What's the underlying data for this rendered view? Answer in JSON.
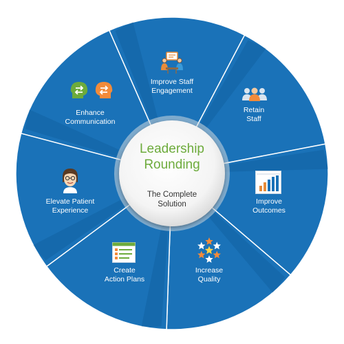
{
  "colors": {
    "segment_blue": "#1a72b8",
    "segment_blue_dark": "#0e5a96",
    "divider": "#ffffff",
    "title_green": "#6dab3c",
    "subtitle_text": "#333333"
  },
  "center": {
    "title_line1": "Leadership",
    "title_line2": "Rounding",
    "subtitle_line1": "The Complete",
    "subtitle_line2": "Solution"
  },
  "segments": [
    {
      "line1": "Improve Staff",
      "line2": "Engagement",
      "icon": "staff-meeting-icon"
    },
    {
      "line1": "Retain",
      "line2": "Staff",
      "icon": "team-icon"
    },
    {
      "line1": "Improve",
      "line2": "Outcomes",
      "icon": "bar-chart-icon"
    },
    {
      "line1": "Increase",
      "line2": "Quality",
      "icon": "stars-icon"
    },
    {
      "line1": "Create",
      "line2": "Action Plans",
      "icon": "checklist-icon"
    },
    {
      "line1": "Elevate Patient",
      "line2": "Experience",
      "icon": "patient-face-icon"
    },
    {
      "line1": "Enhance",
      "line2": "Communication",
      "icon": "communication-heads-icon"
    }
  ]
}
